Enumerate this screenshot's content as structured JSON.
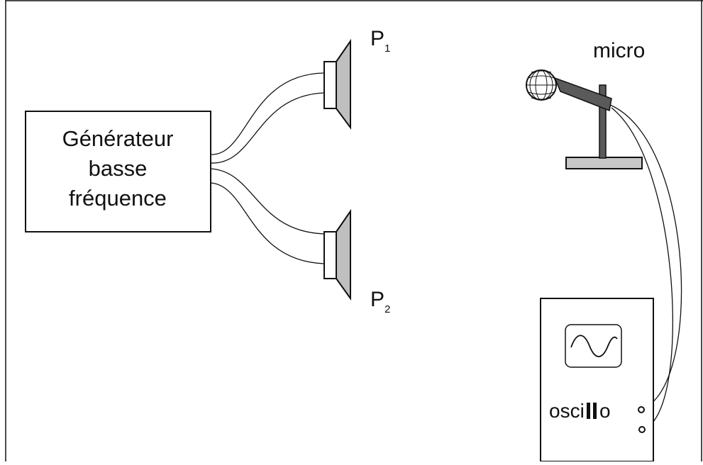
{
  "generator": {
    "line1": "Générateur",
    "line2": "basse",
    "line3": "fréquence"
  },
  "speaker_p1": {
    "letter": "P",
    "index": "1"
  },
  "speaker_p2": {
    "letter": "P",
    "index": "2"
  },
  "microphone": {
    "label": "micro"
  },
  "oscilloscope": {
    "label_prefix": "osci",
    "label_suffix": "o"
  },
  "colors": {
    "line": "#111111",
    "speaker_gray": "#bfbfbf",
    "stand_gray": "#5a5a5a",
    "base_gray": "#c8c8c8"
  }
}
